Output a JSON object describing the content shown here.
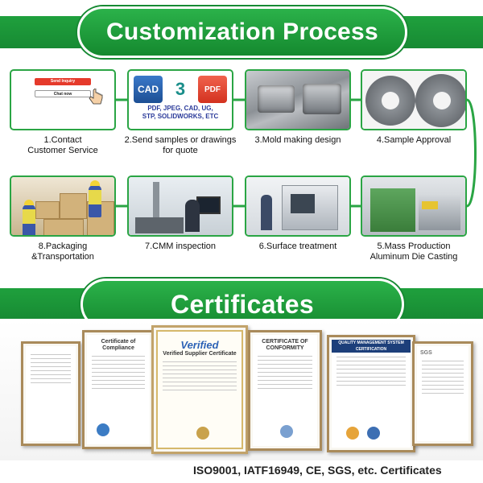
{
  "process": {
    "title": "Customization Process",
    "steps": [
      {
        "label": "1.Contact\nCustomer Service"
      },
      {
        "label": "2.Send samples or drawings\nfor quote"
      },
      {
        "label": "3.Mold making design"
      },
      {
        "label": "4.Sample Approval"
      },
      {
        "label": "5.Mass Production\nAluminum Die Casting"
      },
      {
        "label": "6.Surface treatment"
      },
      {
        "label": "7.CMM inspection"
      },
      {
        "label": "8.Packaging\n&Transportation"
      }
    ],
    "step1_thumb": {
      "send_inquiry": "Send Inquiry",
      "chat_now": "Chat now"
    },
    "step2_thumb": {
      "cad": "CAD",
      "three": "3",
      "pdf": "PDF",
      "formats": "PDF, JPEG, CAD, UG,\nSTP, SOLIDWORKS, ETC"
    }
  },
  "certificates": {
    "title": "Certificates",
    "items": [
      {
        "heading": ""
      },
      {
        "heading": "Certificate of Compliance"
      },
      {
        "heading": "Verified Supplier Certificate",
        "mark": "Verified"
      },
      {
        "heading": "CERTIFICATE OF CONFORMITY"
      },
      {
        "heading": "QUALITY MANAGEMENT SYSTEM CERTIFICATION"
      },
      {
        "heading": "SGS"
      }
    ],
    "caption": "ISO9001, IATF16949, CE, SGS, etc. Certificates"
  },
  "colors": {
    "brand_green": "#1fa03d",
    "frame_gold": "#a98a5a"
  }
}
